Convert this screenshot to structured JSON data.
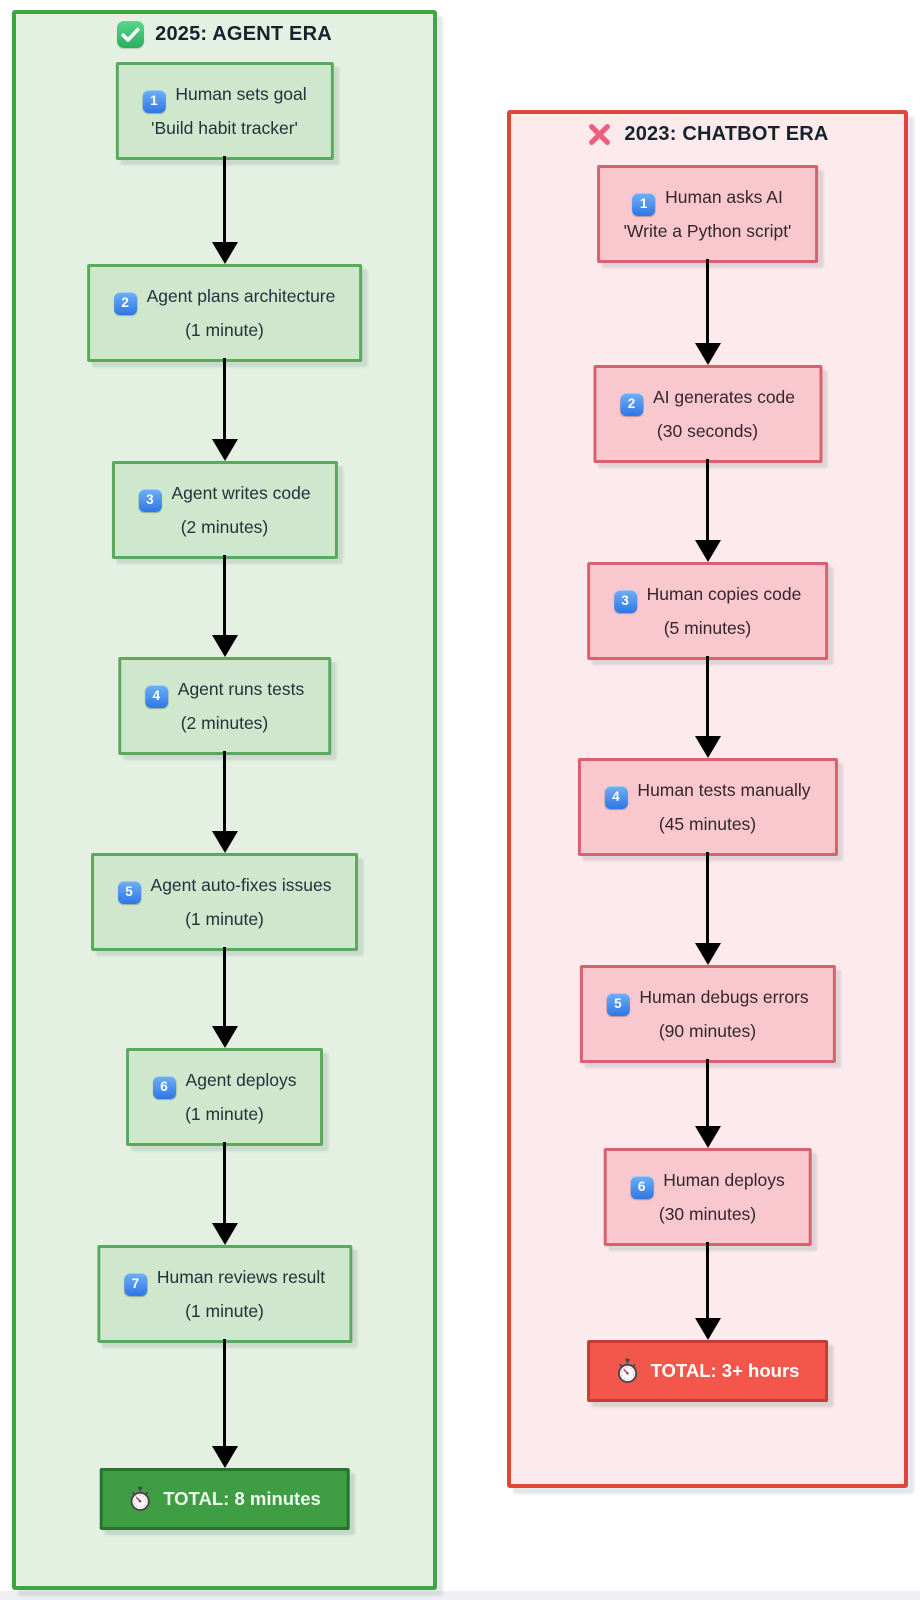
{
  "left": {
    "title": "2025: AGENT ERA",
    "header_icon": "check-icon",
    "nodes": [
      {
        "num": "1",
        "line1": "Human sets goal",
        "line2": "'Build habit tracker'"
      },
      {
        "num": "2",
        "line1": "Agent plans architecture",
        "line2": "(1 minute)"
      },
      {
        "num": "3",
        "line1": "Agent writes code",
        "line2": "(2 minutes)"
      },
      {
        "num": "4",
        "line1": "Agent runs tests",
        "line2": "(2 minutes)"
      },
      {
        "num": "5",
        "line1": "Agent auto-fixes issues",
        "line2": "(1 minute)"
      },
      {
        "num": "6",
        "line1": "Agent deploys",
        "line2": "(1 minute)"
      },
      {
        "num": "7",
        "line1": "Human reviews result",
        "line2": "(1 minute)"
      }
    ],
    "total": "TOTAL: 8 minutes",
    "total_icon": "stopwatch-icon"
  },
  "right": {
    "title": "2023: CHATBOT ERA",
    "header_icon": "cross-icon",
    "nodes": [
      {
        "num": "1",
        "line1": "Human asks AI",
        "line2": "'Write a Python script'"
      },
      {
        "num": "2",
        "line1": "AI generates code",
        "line2": "(30 seconds)"
      },
      {
        "num": "3",
        "line1": "Human copies code",
        "line2": "(5 minutes)"
      },
      {
        "num": "4",
        "line1": "Human tests manually",
        "line2": "(45 minutes)"
      },
      {
        "num": "5",
        "line1": "Human debugs errors",
        "line2": "(90 minutes)"
      },
      {
        "num": "6",
        "line1": "Human deploys",
        "line2": "(30 minutes)"
      }
    ],
    "total": "TOTAL: 3+ hours",
    "total_icon": "stopwatch-icon"
  },
  "colors": {
    "left_panel_border": "#3da643",
    "left_panel_bg": "#e4f1e2",
    "left_node_bg": "#cfe8cd",
    "left_node_border": "#5aaa5e",
    "left_total_bg": "#3f9e44",
    "left_total_border": "#23742c",
    "right_panel_border": "#e0443a",
    "right_panel_bg": "#fdeaec",
    "right_node_bg": "#f9c8ce",
    "right_node_border": "#d9606c",
    "right_total_bg": "#f3564a",
    "right_total_border": "#c43c32",
    "badge_blue": "#2e76e6",
    "arrow": "#000000"
  }
}
